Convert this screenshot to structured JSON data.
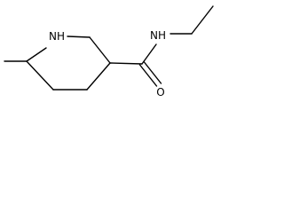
{
  "molecule": {
    "atom_labels": {
      "ring_nitrogen": "NH",
      "amide_nitrogen": "NH",
      "carbonyl_oxygen": "O"
    },
    "colors": {
      "bond": "#000000",
      "label": "#000000",
      "background": "#ffffff"
    }
  }
}
